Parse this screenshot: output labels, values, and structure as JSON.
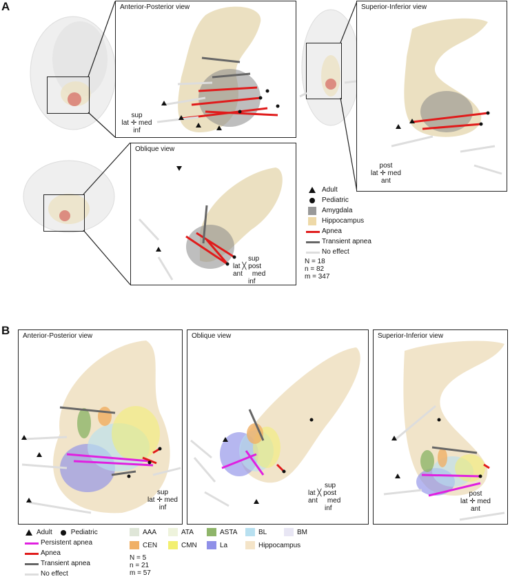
{
  "panel_a": {
    "letter": "A",
    "ap_view_title": "Anterior-Posterior view",
    "si_view_title": "Superior-Inferior view",
    "ob_view_title": "Oblique view",
    "ap_orient": {
      "top": "sup",
      "left": "lat",
      "right": "med",
      "bottom": "inf"
    },
    "si_orient": {
      "top": "post",
      "left": "lat",
      "right": "med",
      "bottom": "ant"
    },
    "ob_orient": {
      "top": "sup",
      "left_top": "lat",
      "right_top": "post",
      "left_bottom": "ant",
      "right_bottom": "med",
      "bottom": "inf"
    },
    "legend": {
      "adult": "Adult",
      "pediatric": "Pediatric",
      "amygdala": "Amygdala",
      "hippocampus": "Hippocampus",
      "apnea": "Apnea",
      "transient": "Transient apnea",
      "no_effect": "No effect",
      "N": "N = 18",
      "n": "n = 82",
      "m": "m = 347"
    }
  },
  "panel_b": {
    "letter": "B",
    "ap_view_title": "Anterior-Posterior view",
    "ob_view_title": "Oblique view",
    "si_view_title": "Superior-Inferior view",
    "ap_orient": {
      "top": "sup",
      "left": "lat",
      "right": "med",
      "bottom": "inf"
    },
    "ob_orient": {
      "top": "sup",
      "left_top": "lat",
      "right_top": "post",
      "left_bottom": "ant",
      "right_bottom": "med",
      "bottom": "inf"
    },
    "si_orient": {
      "top": "post",
      "left": "lat",
      "right": "med",
      "bottom": "ant"
    },
    "legend": {
      "adult": "Adult",
      "pediatric": "Pediatric",
      "persistent": "Persistent apnea",
      "apnea": "Apnea",
      "transient": "Transient apnea",
      "no_effect": "No effect",
      "N": "N = 5",
      "n": "n = 21",
      "m": "m = 57"
    },
    "nuclei": [
      {
        "label": "AAA",
        "color": "#dfe6d8"
      },
      {
        "label": "ATA",
        "color": "#eef3dc"
      },
      {
        "label": "ASTA",
        "color": "#8fb56a"
      },
      {
        "label": "BL",
        "color": "#b8e0f0"
      },
      {
        "label": "BM",
        "color": "#e8e6f4"
      },
      {
        "label": "CEN",
        "color": "#f0b066"
      },
      {
        "label": "CMN",
        "color": "#f2ef70"
      },
      {
        "label": "La",
        "color": "#8f90e8"
      },
      {
        "label": "Hippocampus",
        "color": "#f4e4c8"
      }
    ]
  },
  "colors": {
    "apnea": "#e01b1b",
    "transient": "#666666",
    "no_effect": "#dddddd",
    "persistent": "#e020e0",
    "amygdala": "#999999",
    "hippocampus": "#eed9a8"
  }
}
